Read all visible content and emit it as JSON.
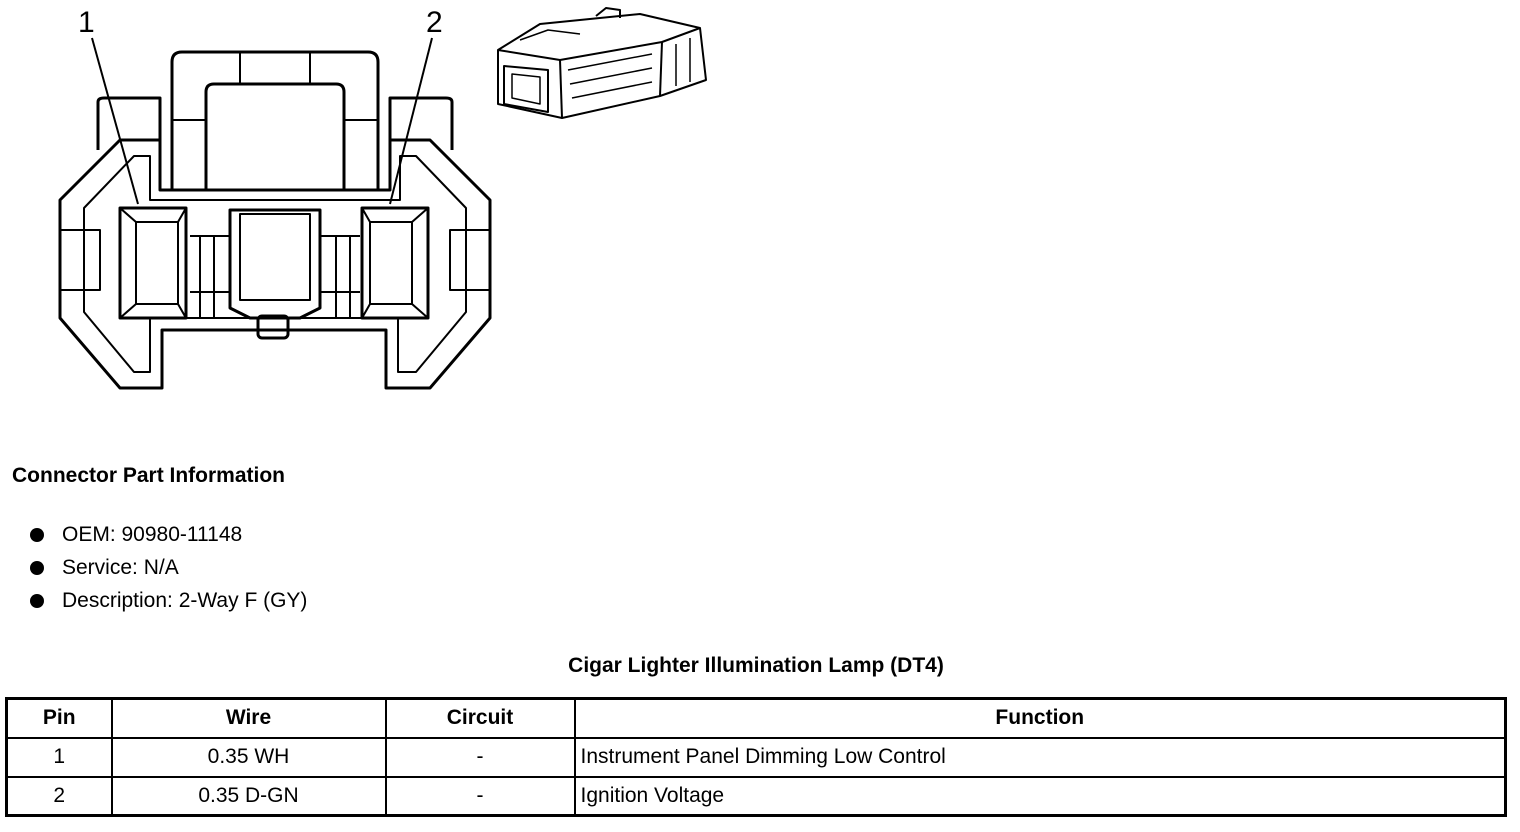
{
  "diagram": {
    "pin_callouts": [
      "1",
      "2"
    ]
  },
  "connector_info": {
    "title": "Connector Part Information",
    "items": [
      "OEM: 90980-11148",
      "Service: N/A",
      "Description: 2-Way F (GY)"
    ]
  },
  "table": {
    "title": "Cigar Lighter Illumination Lamp (DT4)",
    "headers": [
      "Pin",
      "Wire",
      "Circuit",
      "Function"
    ],
    "rows": [
      [
        "1",
        "0.35 WH",
        "-",
        "Instrument Panel Dimming Low Control"
      ],
      [
        "2",
        "0.35 D-GN",
        "-",
        "Ignition Voltage"
      ]
    ]
  }
}
